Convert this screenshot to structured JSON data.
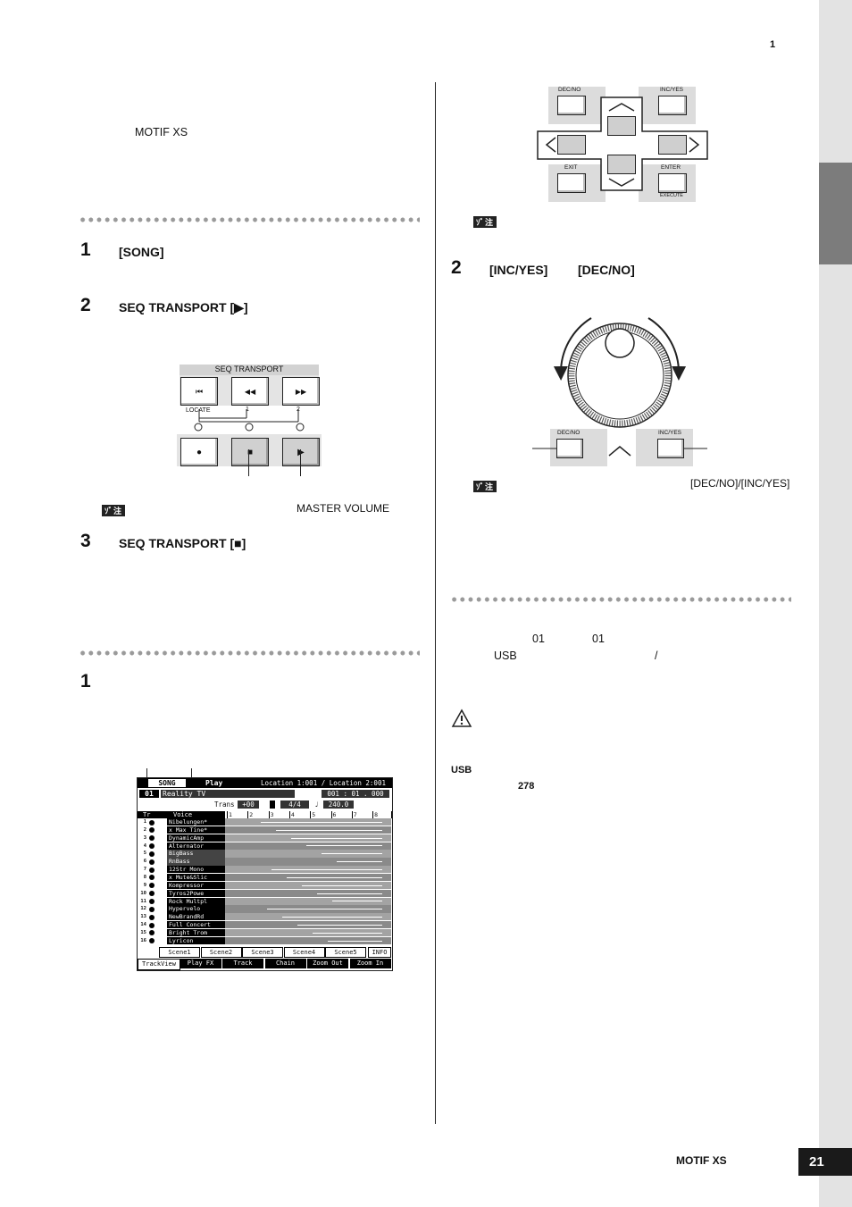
{
  "header": {
    "chapter_number": "1"
  },
  "page": {
    "number": "21",
    "footer_label": "MOTIF XS"
  },
  "left": {
    "intro_text": "MOTIF XS",
    "steps_a": [
      {
        "num": "1",
        "label": "[SONG]"
      },
      {
        "num": "2",
        "label": "SEQ TRANSPORT [▶]"
      },
      {
        "num": "3",
        "label": "SEQ TRANSPORT [■]"
      }
    ],
    "transport": {
      "title": "SEQ TRANSPORT",
      "locate": "LOCATE",
      "loc1": "1",
      "loc2": "2",
      "btn_top": [
        "⏮",
        "◀◀",
        "▶▶"
      ],
      "btn_bottom": [
        "●",
        "■",
        "▶"
      ]
    },
    "note1": {
      "badge": "ｿﾞ注",
      "text": "MASTER VOLUME"
    },
    "step_b1": "1",
    "lcd": {
      "mode": "SONG",
      "submode": "Play",
      "location": "Location 1:001 / Location 2:001",
      "song_num": "01",
      "song_name": "Reality TV",
      "position": "001 : 01 . 000",
      "trans_label": "Trans",
      "trans_value": "+00",
      "meter": "4/4",
      "tempo": "240.0",
      "col_tr": "Tr",
      "col_voice": "Voice",
      "bars": [
        "1",
        "2",
        "3",
        "4",
        "5",
        "6",
        "7",
        "8"
      ],
      "tracks": [
        "Nibelungen*",
        "x Max Tine*",
        "DynamicAmp",
        "Alternator",
        "BigBass",
        "RnBass",
        "12Str Mono",
        "x Mute&Slic",
        "Kompressor",
        "Tyros2Powe",
        "Rock Multpl",
        "Hypervelo",
        "NewBrandRd",
        "Full Concert",
        "Bright Trom",
        "Lyricon"
      ],
      "scenes": [
        "Scene1",
        "Scene2",
        "Scene3",
        "Scene4",
        "Scene5",
        "INFO"
      ],
      "tabs": [
        "TrackView",
        "Play FX",
        "Track",
        "Chain",
        "Zoom Out",
        "Zoom In"
      ]
    }
  },
  "right": {
    "keypad": {
      "dec": "DEC/NO",
      "inc": "INC/YES",
      "exit": "EXIT",
      "enter": "ENTER",
      "execute": "EXECUTE"
    },
    "note_a": {
      "badge": "ｿﾞ注"
    },
    "step2": {
      "num": "2",
      "label_inc": "[INC/YES]",
      "label_dec": "[DEC/NO]"
    },
    "dial": {
      "dec": "DEC/NO",
      "inc": "INC/YES"
    },
    "note_b": {
      "badge": "ｿﾞ注",
      "text": "[DEC/NO]/[INC/YES]"
    },
    "para": {
      "v1": "01",
      "v2": "01",
      "usb": "USB",
      "slash": "/"
    },
    "warning": {
      "usb": "USB",
      "page_ref": "278"
    }
  }
}
